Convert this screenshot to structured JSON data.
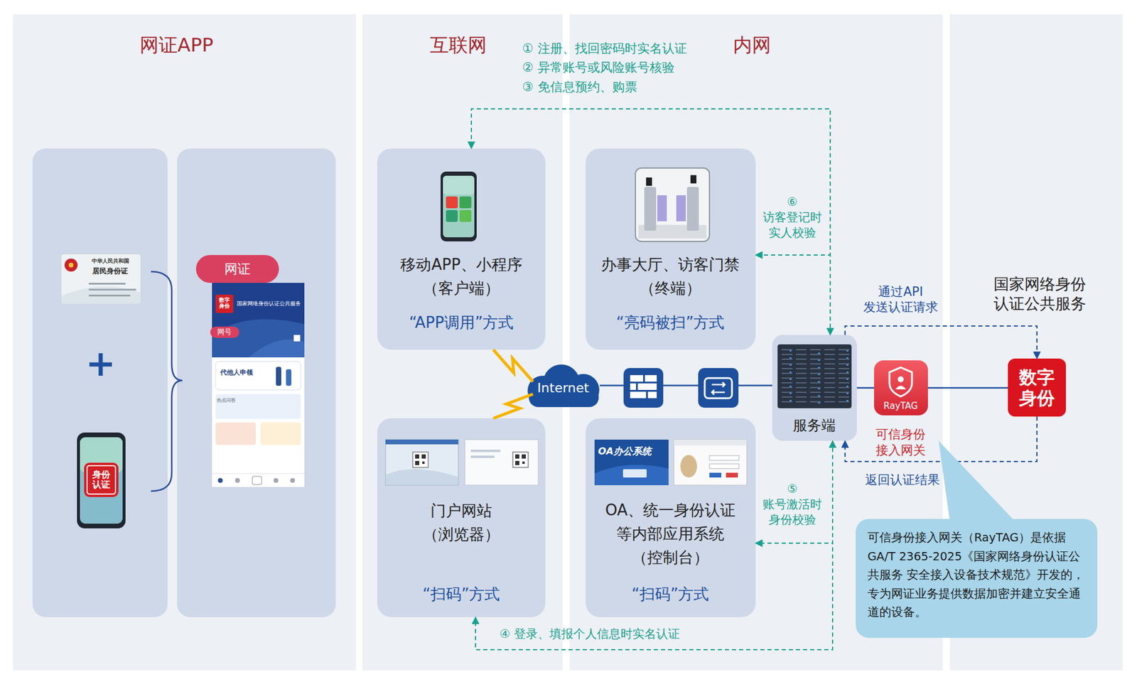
{
  "diagram": {
    "nodes": [
      {
        "text": [
          "网证APP"
        ]
      },
      {
        "text": [
          "互联网"
        ]
      },
      {
        "text": [
          "内网"
        ]
      },
      {
        "text": [
          "身份 认证"
        ],
        "in": 0
      },
      {
        "text": [
          "网证"
        ],
        "in": 0
      },
      {
        "text": [
          "网号"
        ],
        "in": 0
      },
      {
        "text": [
          "移动APP、小程序 （客户端）",
          "“APP调用”方式"
        ],
        "in": 1
      },
      {
        "text": [
          "门户网站 （浏览器）",
          "“扫码”方式"
        ],
        "in": 1
      },
      {
        "text": [
          "Internet"
        ]
      },
      {
        "text": [
          "办事大厅、访客门禁 （终端）",
          "“亮码被扫”方式"
        ],
        "in": 2
      },
      {
        "text": [
          "OA、统一身份认证 等内部应用系统 （控制台）",
          "“扫码”方式"
        ],
        "in": 2
      },
      {
        "text": [
          "服务端"
        ],
        "in": 2
      },
      {
        "text": [
          "RayTAG",
          "可信身份 接入网关"
        ],
        "in": 2
      },
      {
        "text": [
          "数字 身份"
        ]
      },
      {
        "text": [
          "可信身份接入网关（RayTAG）是依据GA/T 2365-2025《国家网络身份认证公共服务 安全接入设备技术规范》开发的，专为网证业务提供数据加密并建立安全通道的设备。"
        ]
      }
    ],
    "edges": [
      {
        "from": 11,
        "to": 6,
        "arrow": "both"
      },
      {
        "from": 11,
        "to": 9,
        "arrow": "to",
        "label": "⑥ 访客登记时 实人校验"
      },
      {
        "from": 11,
        "to": 10,
        "arrow": "to",
        "label": "⑤ 账号激活时 身份校验"
      },
      {
        "from": 11,
        "to": 7,
        "arrow": "both",
        "label": "④ 登录、填报个人信息时实名认证"
      },
      {
        "from": 11,
        "to": 13,
        "arrow": "to",
        "label": "通过API 发送认证请求"
      },
      {
        "from": 13,
        "to": 11,
        "arrow": "to",
        "label": "返回认证结果"
      },
      {
        "from": 6,
        "to": 8,
        "arrow": "none"
      },
      {
        "from": 7,
        "to": 8,
        "arrow": "none"
      },
      {
        "from": 8,
        "to": 11,
        "arrow": "none"
      },
      {
        "from": 11,
        "to": 12,
        "arrow": "none"
      },
      {
        "from": 12,
        "to": 13,
        "arrow": "none"
      }
    ],
    "labels": [
      "① 注册、找回密码时实名认证",
      "② 异常账号或风险账号核验",
      "③ 免信息预约、购票",
      "国家网络身份 认证公共服务",
      "中华人民共和国",
      "居民身份证",
      "数字 身份",
      "国家网络身份认证公共服务",
      "代他人申领",
      "热点问答",
      "OA办公系统"
    ]
  }
}
